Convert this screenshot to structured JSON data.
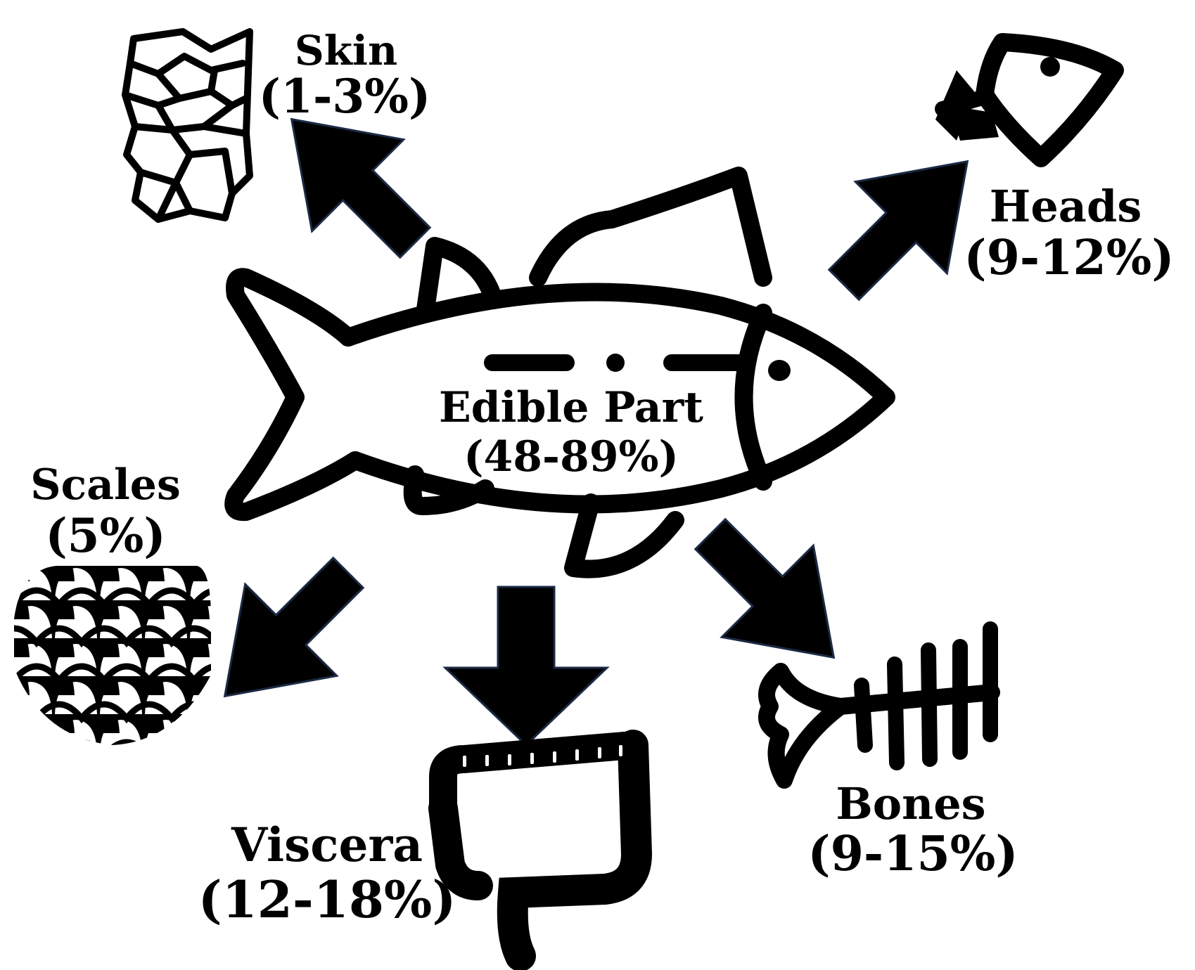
{
  "diagram": {
    "center": {
      "name": "Edible Part",
      "range": "(48-89%)"
    },
    "parts": [
      {
        "id": "skin",
        "name": "Skin",
        "range": "(1-3%)",
        "icon": "skin-icon"
      },
      {
        "id": "heads",
        "name": "Heads",
        "range": "(9-12%)",
        "icon": "fish-head-icon"
      },
      {
        "id": "scales",
        "name": "Scales",
        "range": "(5%)",
        "icon": "scales-icon"
      },
      {
        "id": "viscera",
        "name": "Viscera",
        "range": "(12-18%)",
        "icon": "viscera-icon"
      },
      {
        "id": "bones",
        "name": "Bones",
        "range": "(9-15%)",
        "icon": "fish-bones-icon"
      }
    ],
    "colors": {
      "ink": "#000000",
      "arrow_edge": "#1c2a44",
      "background": "#ffffff"
    }
  }
}
